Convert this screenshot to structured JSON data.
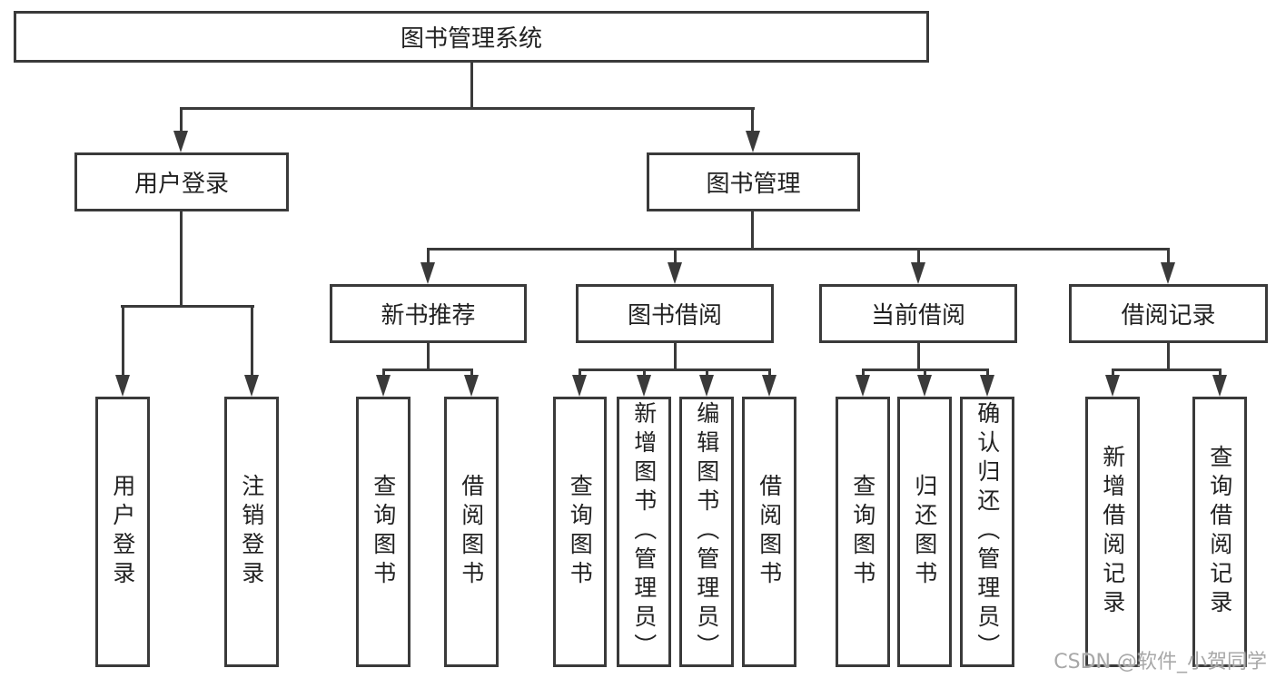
{
  "diagram": {
    "title": "图书管理系统",
    "level2": [
      {
        "label": "用户登录"
      },
      {
        "label": "图书管理"
      }
    ],
    "level3": [
      {
        "label": "新书推荐"
      },
      {
        "label": "图书借阅"
      },
      {
        "label": "当前借阅"
      },
      {
        "label": "借阅记录"
      }
    ],
    "leaves": {
      "user_login": [
        "用户登录",
        "注销登录"
      ],
      "new_book": [
        "查询图书",
        "借阅图书"
      ],
      "book_borrow": [
        "查询图书",
        "新增图书（管理员）",
        "编辑图书（管理员）",
        "借阅图书"
      ],
      "current_borrow": [
        "查询图书",
        "归还图书",
        "确认归还（管理员）"
      ],
      "borrow_record": [
        "新增借阅记录",
        "查询借阅记录"
      ]
    }
  },
  "watermark": "CSDN @软件_小贺同学",
  "colors": {
    "line": "#3a3a3a",
    "text": "#212121",
    "watermark": "#a8a8a8",
    "background": "#ffffff"
  }
}
